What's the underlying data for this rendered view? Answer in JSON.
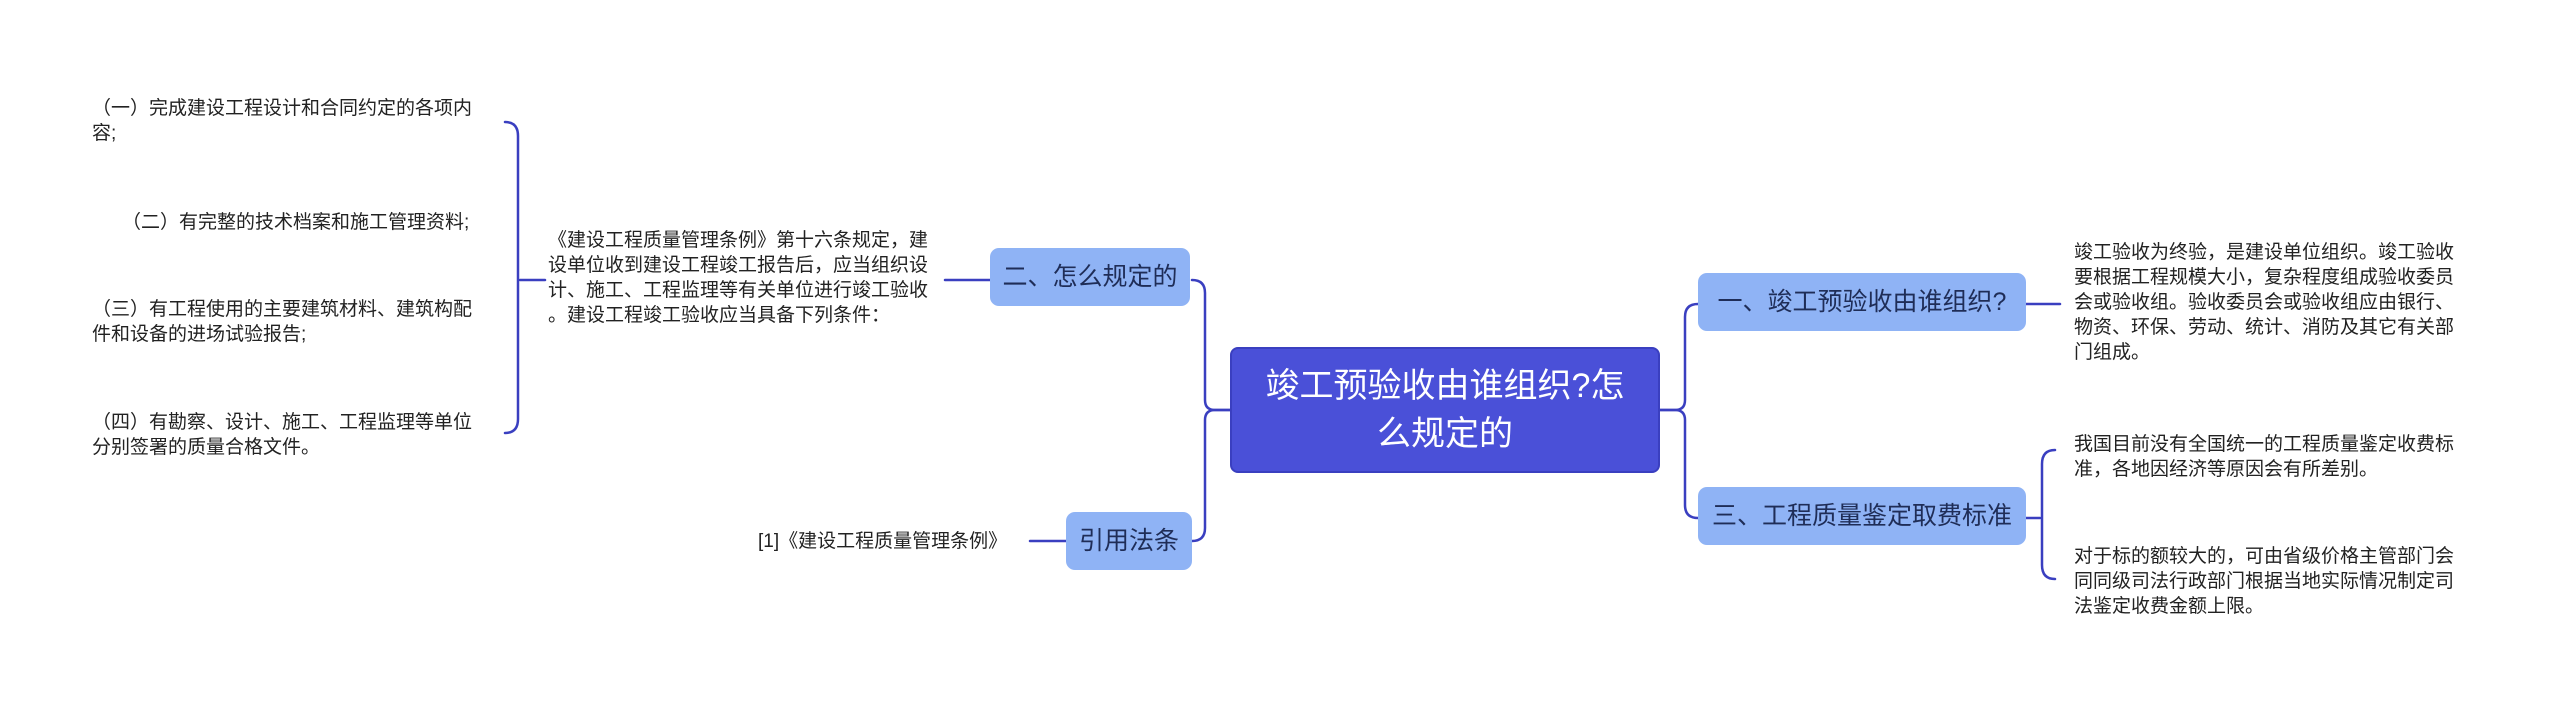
{
  "root": {
    "title": "竣工预验收由谁组织?怎么规定的"
  },
  "branches": {
    "how": "二、怎么规定的",
    "cite": "引用法条",
    "who": "一、竣工预验收由谁组织?",
    "fee": "三、工程质量鉴定取费标准"
  },
  "how_detail": "《建设工程质量管理条例》第十六条规定，建\n设单位收到建设工程竣工报告后，应当组织设\n计、施工、工程监理等有关单位进行竣工验收\n。建设工程竣工验收应当具备下列条件：",
  "conditions": [
    "（一）完成建设工程设计和合同约定的各项内\n容;",
    "（二）有完整的技术档案和施工管理资料;",
    "（三）有工程使用的主要建筑材料、建筑构配\n件和设备的进场试验报告;",
    "（四）有勘察、设计、施工、工程监理等单位\n分别签署的质量合格文件。"
  ],
  "cite_detail": "[1]《建设工程质量管理条例》",
  "who_detail": "竣工验收为终验，是建设单位组织。竣工验收\n要根据工程规模大小，复杂程度组成验收委员\n会或验收组。验收委员会或验收组应由银行、\n物资、环保、劳动、统计、消防及其它有关部\n门组成。",
  "fee_details": [
    "我国目前没有全国统一的工程质量鉴定收费标\n准，各地因经济等原因会有所差别。",
    "对于标的额较大的，可由省级价格主管部门会\n同同级司法行政部门根据当地实际情况制定司\n法鉴定收费金额上限。"
  ],
  "colors": {
    "root": "#4a50d8",
    "branch": "#8fb3f5",
    "line": "#3a3fc0"
  }
}
